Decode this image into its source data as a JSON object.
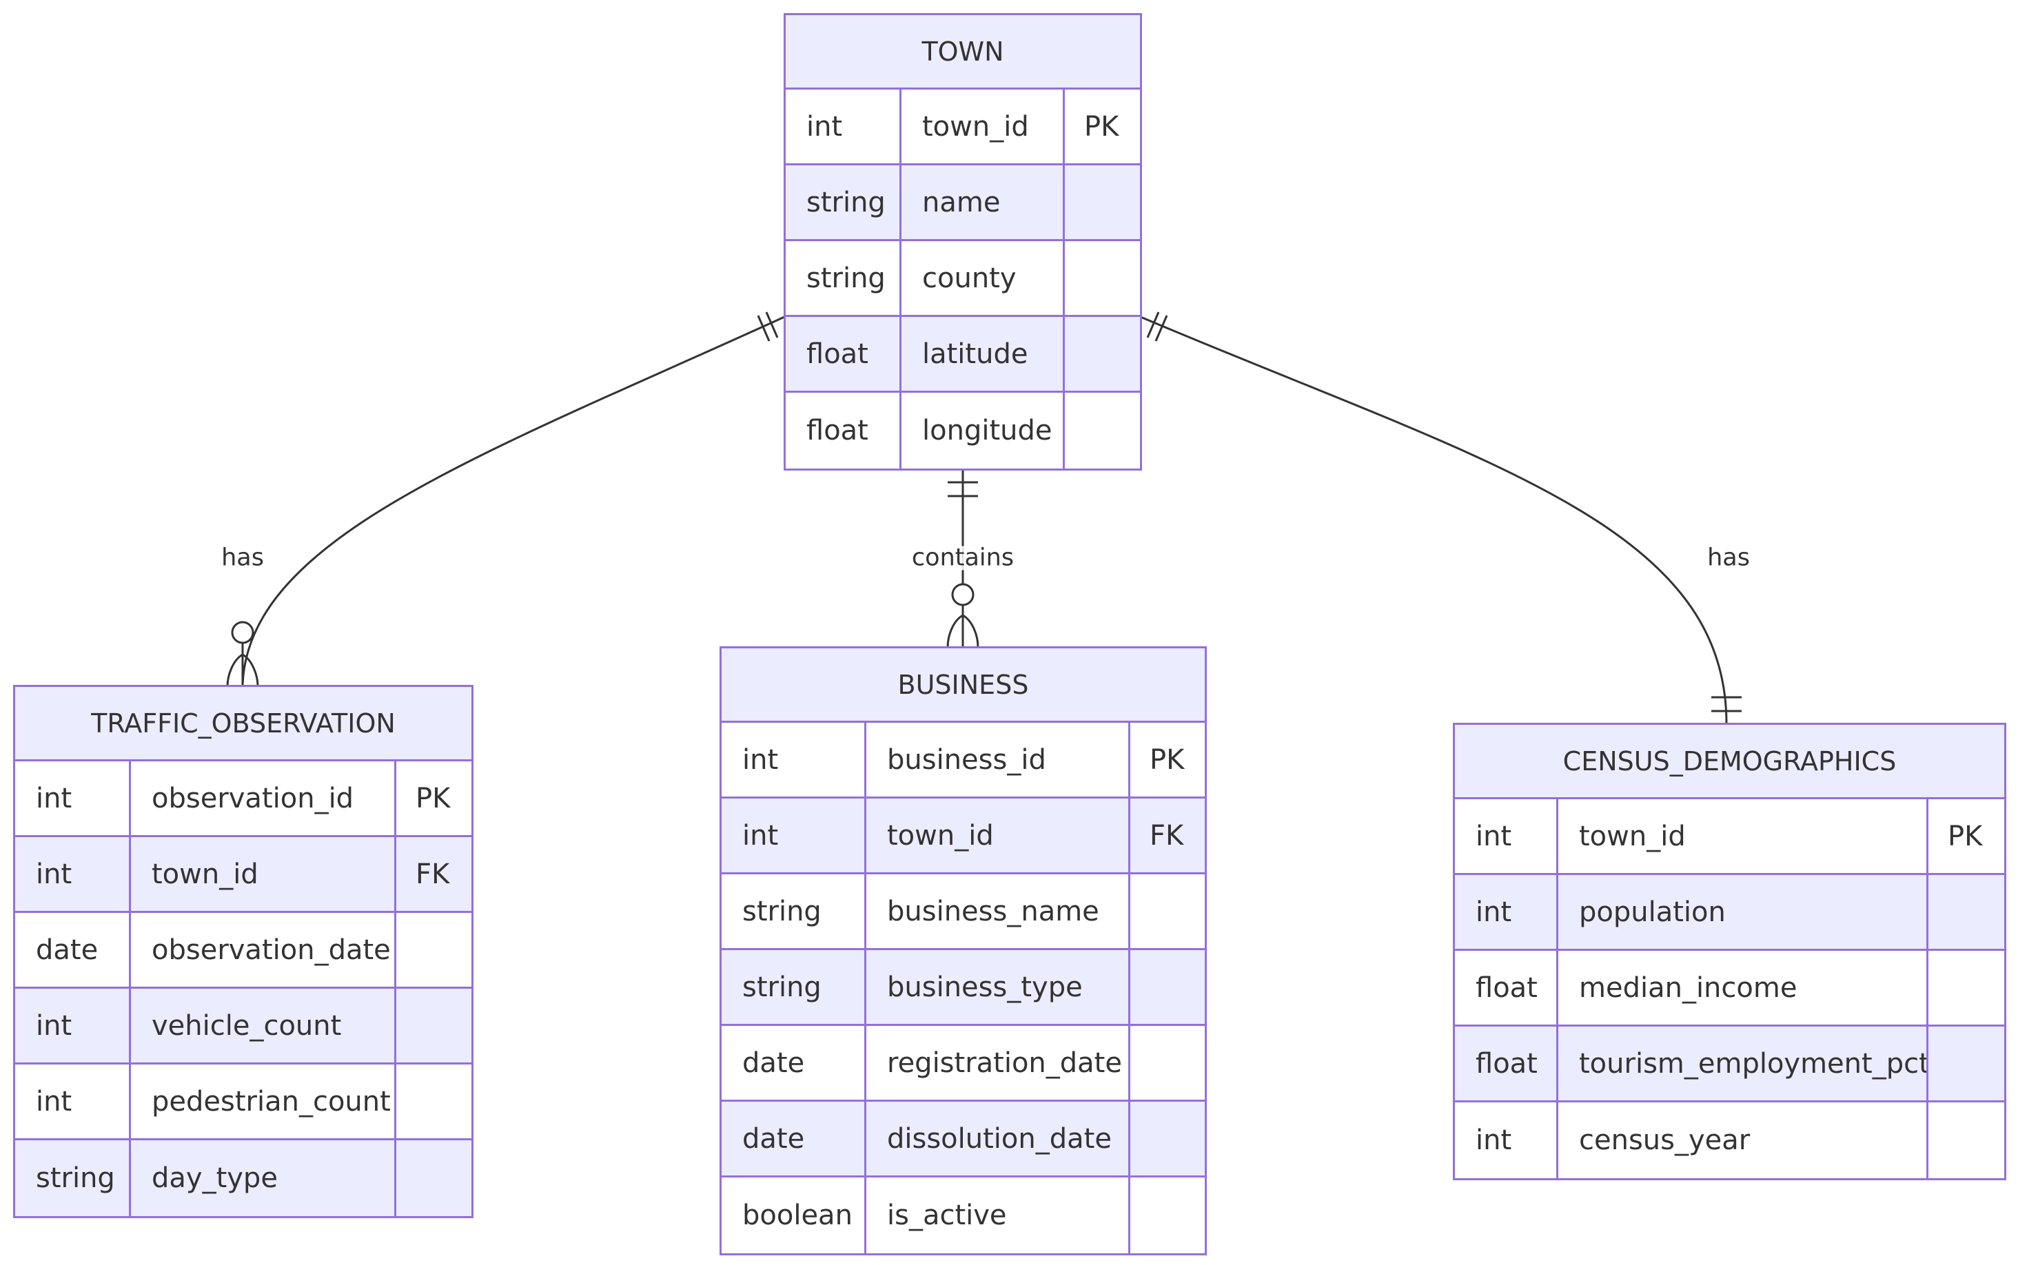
{
  "colors": {
    "entity_border": "#9370DB",
    "header_fill": "#ECECFF",
    "row_alt_fill": "#ECECFF",
    "row_fill": "#FFFFFF",
    "line": "#333333",
    "text": "#333333"
  },
  "entities": {
    "town": {
      "name": "TOWN",
      "attributes": [
        {
          "type": "int",
          "name": "town_id",
          "key": "PK"
        },
        {
          "type": "string",
          "name": "name",
          "key": ""
        },
        {
          "type": "string",
          "name": "county",
          "key": ""
        },
        {
          "type": "float",
          "name": "latitude",
          "key": ""
        },
        {
          "type": "float",
          "name": "longitude",
          "key": ""
        }
      ]
    },
    "traffic_observation": {
      "name": "TRAFFIC_OBSERVATION",
      "attributes": [
        {
          "type": "int",
          "name": "observation_id",
          "key": "PK"
        },
        {
          "type": "int",
          "name": "town_id",
          "key": "FK"
        },
        {
          "type": "date",
          "name": "observation_date",
          "key": ""
        },
        {
          "type": "int",
          "name": "vehicle_count",
          "key": ""
        },
        {
          "type": "int",
          "name": "pedestrian_count",
          "key": ""
        },
        {
          "type": "string",
          "name": "day_type",
          "key": ""
        }
      ]
    },
    "business": {
      "name": "BUSINESS",
      "attributes": [
        {
          "type": "int",
          "name": "business_id",
          "key": "PK"
        },
        {
          "type": "int",
          "name": "town_id",
          "key": "FK"
        },
        {
          "type": "string",
          "name": "business_name",
          "key": ""
        },
        {
          "type": "string",
          "name": "business_type",
          "key": ""
        },
        {
          "type": "date",
          "name": "registration_date",
          "key": ""
        },
        {
          "type": "date",
          "name": "dissolution_date",
          "key": ""
        },
        {
          "type": "boolean",
          "name": "is_active",
          "key": ""
        }
      ]
    },
    "census_demographics": {
      "name": "CENSUS_DEMOGRAPHICS",
      "attributes": [
        {
          "type": "int",
          "name": "town_id",
          "key": "PK"
        },
        {
          "type": "int",
          "name": "population",
          "key": ""
        },
        {
          "type": "float",
          "name": "median_income",
          "key": ""
        },
        {
          "type": "float",
          "name": "tourism_employment_pct",
          "key": ""
        },
        {
          "type": "int",
          "name": "census_year",
          "key": ""
        }
      ]
    }
  },
  "relationships": [
    {
      "from": "TOWN",
      "to": "TRAFFIC_OBSERVATION",
      "label": "has",
      "from_cardinality": "exactly-one",
      "to_cardinality": "zero-or-many"
    },
    {
      "from": "TOWN",
      "to": "BUSINESS",
      "label": "contains",
      "from_cardinality": "exactly-one",
      "to_cardinality": "zero-or-many"
    },
    {
      "from": "TOWN",
      "to": "CENSUS_DEMOGRAPHICS",
      "label": "has",
      "from_cardinality": "exactly-one",
      "to_cardinality": "exactly-one"
    }
  ]
}
